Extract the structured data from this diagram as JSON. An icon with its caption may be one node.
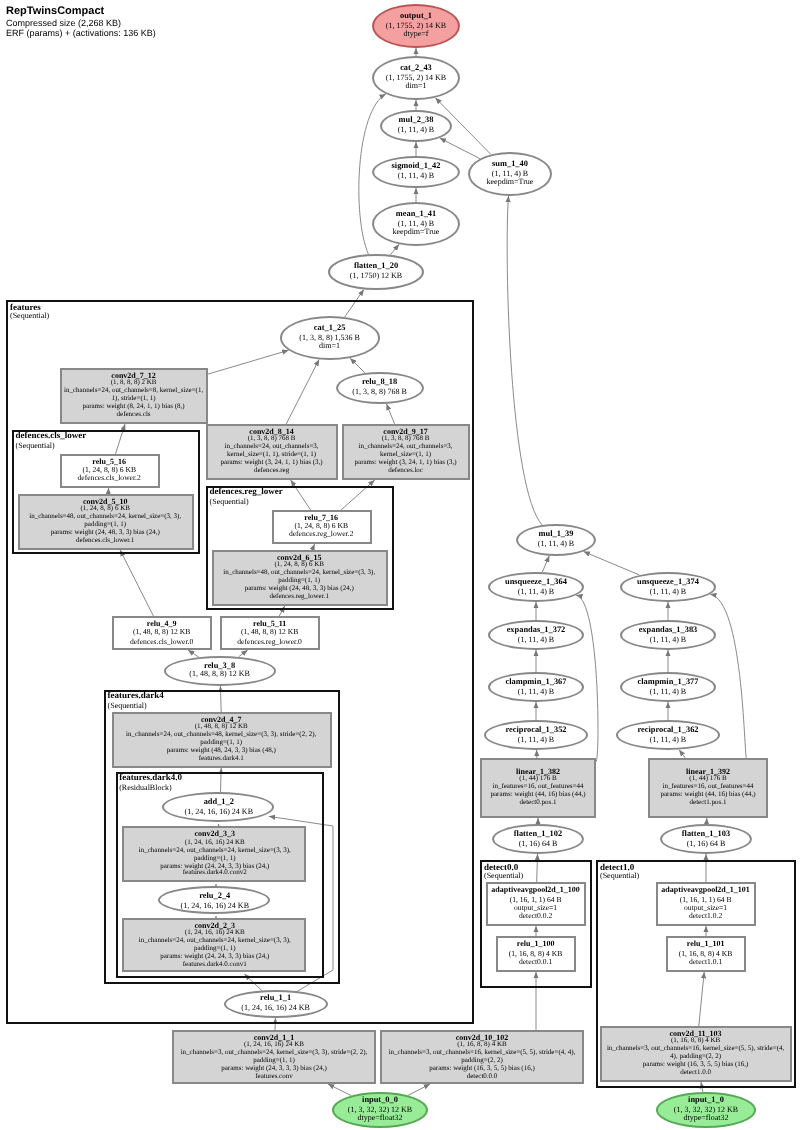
{
  "diagram": {
    "title": "RepTwinsCompact",
    "nodes": [
      {
        "text": [
          "output_1",
          "(1, 1755, 2) 14 KB",
          "dtype=f"
        ]
      },
      {
        "text": [
          "cat_2_43",
          "(1, 1755, 2) 14 KB",
          "dim=1"
        ]
      },
      {
        "text": [
          "mul_2_38",
          "(1, 11, 4) B"
        ]
      },
      {
        "text": [
          "sigmoid_1_42",
          "(1, 11, 4) B"
        ]
      },
      {
        "text": [
          "sum_1_40",
          "(1, 11, 4) B",
          "keepdim=True"
        ]
      },
      {
        "text": [
          "mean_1_41",
          "(1, 11, 4) B",
          "keepdim=True"
        ]
      },
      {
        "text": [
          "flatten_1_20",
          "(1, 1750) 12 KB"
        ]
      },
      {
        "text": [
          "features",
          "(Sequential)"
        ]
      },
      {
        "text": [
          "cat_1_25",
          "(1, 3, 8, 8) 1,536 B",
          "dim=1"
        ],
        "in": 7
      },
      {
        "text": [
          "conv2d_7_12",
          "(1, 8, 8, 8) 2 KB",
          "in_channels=24, out_channels=8, kernel_size=(1, 1), stride=(1, 1)",
          "params: weight (8, 24, 1, 1) bias (8,)",
          "defences.cls"
        ],
        "in": 7
      },
      {
        "text": [
          "relu_8_18",
          "(1, 3, 8, 8) 768 B"
        ],
        "in": 7
      },
      {
        "text": [
          "defences.cls_lower",
          "(Sequential)"
        ],
        "in": 7
      },
      {
        "text": [
          "relu_5_16",
          "(1, 24, 8, 8) 6 KB",
          "defences.cls_lower.2"
        ],
        "in": 11
      },
      {
        "text": [
          "conv2d_5_10",
          "(1, 24, 8, 8) 6 KB",
          "in_channels=48, out_channels=24, kernel_size=(3, 3), padding=(1, 1)",
          "params: weight (24, 48, 3, 3) bias (24,)",
          "defences.cls_lower.1"
        ],
        "in": 11
      },
      {
        "text": [
          "conv2d_8_14",
          "(1, 3, 8, 8) 768 B",
          "in_channels=24, out_channels=3, kernel_size=(1, 1), stride=(1, 1)",
          "params: weight (3, 24, 1, 1) bias (3,)",
          "defences.reg"
        ],
        "in": 7
      },
      {
        "text": [
          "conv2d_9_17",
          "(1, 3, 8, 8) 768 B",
          "in_channels=24, out_channels=3, kernel_size=(1, 1)",
          "params: weight (3, 24, 1, 1) bias (3,)",
          "defences.loc"
        ],
        "in": 7
      },
      {
        "text": [
          "defences.reg_lower",
          "(Sequential)"
        ],
        "in": 7
      },
      {
        "text": [
          "relu_7_16",
          "(1, 24, 8, 8) 6 KB",
          "defences.reg_lower.2"
        ],
        "in": 16
      },
      {
        "text": [
          "conv2d_6_15",
          "(1, 24, 8, 8) 6 KB",
          "in_channels=48, out_channels=24, kernel_size=(3, 3), padding=(1, 1)",
          "params: weight (24, 48, 3, 3) bias (24,)",
          "defences.reg_lower.1"
        ],
        "in": 16
      },
      {
        "text": [
          "relu_4_9",
          "(1, 48, 8, 8) 12 KB",
          "defences.cls_lower.0"
        ],
        "in": 7
      },
      {
        "text": [
          "relu_5_11",
          "(1, 48, 8, 8) 12 KB",
          "defences.reg_lower.0"
        ],
        "in": 7
      },
      {
        "text": [
          "relu_3_8",
          "(1, 48, 8, 8) 12 KB"
        ],
        "in": 7
      },
      {
        "text": [
          "features.dark4",
          "(Sequential)"
        ],
        "in": 7
      },
      {
        "text": [
          "conv2d_4_7",
          "(1, 48, 8, 8) 12 KB",
          "in_channels=24, out_channels=48, kernel_size=(3, 3), stride=(2, 2), padding=(1, 1)",
          "params: weight (48, 24, 3, 3) bias (48,)",
          "features.dark4.1"
        ],
        "in": 22
      },
      {
        "text": [
          "features.dark4.0",
          "(ResidualBlock)"
        ],
        "in": 22
      },
      {
        "text": [
          "add_1_2",
          "(1, 24, 16, 16) 24 KB"
        ],
        "in": 24
      },
      {
        "text": [
          "conv2d_3_3",
          "(1, 24, 16, 16) 24 KB",
          "in_channels=24, out_channels=24, kernel_size=(3, 3), padding=(1, 1)",
          "params: weight (24, 24, 3, 3) bias (24,)",
          "features.dark4.0.conv2"
        ],
        "in": 24
      },
      {
        "text": [
          "relu_2_4",
          "(1, 24, 16, 16) 24 KB"
        ],
        "in": 24
      },
      {
        "text": [
          "conv2d_2_3",
          "(1, 24, 16, 16) 24 KB",
          "in_channels=24, out_channels=24, kernel_size=(3, 3), padding=(1, 1)",
          "params: weight (24, 24, 3, 3) bias (24,)",
          "features.dark4.0.conv1"
        ],
        "in": 24
      },
      {
        "text": [
          "relu_1_1",
          "(1, 24, 16, 16) 24 KB"
        ],
        "in": 7
      },
      {
        "text": [
          "mul_1_39",
          "(1, 11, 4) B"
        ]
      },
      {
        "text": [
          "unsqueeze_1_364",
          "(1, 11, 4) B"
        ]
      },
      {
        "text": [
          "unsqueeze_1_374",
          "(1, 11, 4) B"
        ]
      },
      {
        "text": [
          "expandas_1_372",
          "(1, 11, 4) B"
        ]
      },
      {
        "text": [
          "expandas_1_383",
          "(1, 11, 4) B"
        ]
      },
      {
        "text": [
          "clampmin_1_367",
          "(1, 11, 4) B"
        ]
      },
      {
        "text": [
          "clampmin_1_377",
          "(1, 11, 4) B"
        ]
      },
      {
        "text": [
          "reciprocal_1_352",
          "(1, 11, 4) B"
        ]
      },
      {
        "text": [
          "reciprocal_1_362",
          "(1, 11, 4) B"
        ]
      },
      {
        "text": [
          "linear_1_382",
          "(1, 44) 176 B",
          "in_features=16, out_features=44",
          "params: weight (44, 16) bias (44,)",
          "detect0.pos.1"
        ]
      },
      {
        "text": [
          "linear_1_392",
          "(1, 44) 176 B",
          "in_features=16, out_features=44",
          "params: weight (44, 16) bias (44,)",
          "detect1.pos.1"
        ]
      },
      {
        "text": [
          "flatten_1_102",
          "(1, 16) 64 B"
        ]
      },
      {
        "text": [
          "flatten_1_103",
          "(1, 16) 64 B"
        ]
      },
      {
        "text": [
          "detect0.0",
          "(Sequential)"
        ]
      },
      {
        "text": [
          "adaptiveavgpool2d_1_100",
          "(1, 16, 1, 1) 64 B",
          "output_size=1",
          "detect0.0.2"
        ],
        "in": 43
      },
      {
        "text": [
          "relu_1_100",
          "(1, 16, 8, 8) 4 KB",
          "detect0.0.1"
        ],
        "in": 43
      },
      {
        "text": [
          "detect1.0",
          "(Sequential)"
        ]
      },
      {
        "text": [
          "adaptiveavgpool2d_1_101",
          "(1, 16, 1, 1) 64 B",
          "output_size=1",
          "detect1.0.2"
        ],
        "in": 46
      },
      {
        "text": [
          "relu_1_101",
          "(1, 16, 8, 8) 4 KB",
          "detect1.0.1"
        ],
        "in": 46
      },
      {
        "text": [
          "conv2d_11_103",
          "(1, 16, 8, 8) 4 KB",
          "in_channels=3, out_channels=16, kernel_size=(5, 5), stride=(4, 4), padding=(2, 2)",
          "params: weight (16, 3, 5, 5) bias (16,)",
          "detect1.0.0"
        ],
        "in": 46
      },
      {
        "text": [
          "conv2d_1_1",
          "(1, 24, 16, 16) 24 KB",
          "in_channels=3, out_channels=24, kernel_size=(3, 3), stride=(2, 2), padding=(1, 1)",
          "params: weight (24, 3, 3, 3) bias (24,)",
          "features.conv"
        ]
      },
      {
        "text": [
          "conv2d_10_102",
          "(1, 16, 8, 8) 4 KB",
          "in_channels=3, out_channels=16, kernel_size=(5, 5), stride=(4, 4), padding=(2, 2)",
          "params: weight (16, 3, 5, 5) bias (16,)",
          "detect0.0.0"
        ]
      },
      {
        "text": [
          "input_0_0",
          "(1, 3, 32, 32) 12 KB",
          "dtype=float32"
        ]
      },
      {
        "text": [
          "input_1_0",
          "(1, 3, 32, 32) 12 KB",
          "dtype=float32"
        ]
      }
    ],
    "edges": [
      {
        "from": 1,
        "to": 0,
        "arrow": "to"
      },
      {
        "from": 2,
        "to": 1,
        "arrow": "to"
      },
      {
        "from": 6,
        "to": 1,
        "arrow": "to"
      },
      {
        "from": 4,
        "to": 1,
        "arrow": "to"
      },
      {
        "from": 3,
        "to": 2,
        "arrow": "to"
      },
      {
        "from": 4,
        "to": 2,
        "arrow": "to"
      },
      {
        "from": 5,
        "to": 3,
        "arrow": "to"
      },
      {
        "from": 30,
        "to": 4,
        "arrow": "to"
      },
      {
        "from": 6,
        "to": 5,
        "arrow": "to"
      },
      {
        "from": 8,
        "to": 6,
        "arrow": "to"
      },
      {
        "from": 9,
        "to": 8,
        "arrow": "to"
      },
      {
        "from": 14,
        "to": 8,
        "arrow": "to"
      },
      {
        "from": 10,
        "to": 8,
        "arrow": "to"
      },
      {
        "from": 15,
        "to": 10,
        "arrow": "to"
      },
      {
        "from": 12,
        "to": 9,
        "arrow": "to"
      },
      {
        "from": 13,
        "to": 12,
        "arrow": "to"
      },
      {
        "from": 17,
        "to": 14,
        "arrow": "to"
      },
      {
        "from": 17,
        "to": 15,
        "arrow": "to"
      },
      {
        "from": 18,
        "to": 17,
        "arrow": "to"
      },
      {
        "from": 19,
        "to": 13,
        "arrow": "to"
      },
      {
        "from": 20,
        "to": 18,
        "arrow": "to"
      },
      {
        "from": 21,
        "to": 19,
        "arrow": "to"
      },
      {
        "from": 21,
        "to": 20,
        "arrow": "to"
      },
      {
        "from": 23,
        "to": 21,
        "arrow": "to"
      },
      {
        "from": 25,
        "to": 23,
        "arrow": "to"
      },
      {
        "from": 26,
        "to": 25,
        "arrow": "to"
      },
      {
        "from": 27,
        "to": 26,
        "arrow": "to"
      },
      {
        "from": 28,
        "to": 27,
        "arrow": "to"
      },
      {
        "from": 29,
        "to": 28,
        "arrow": "to"
      },
      {
        "from": 29,
        "to": 25,
        "arrow": "to"
      },
      {
        "from": 50,
        "to": 29,
        "arrow": "to"
      },
      {
        "from": 52,
        "to": 50,
        "arrow": "to"
      },
      {
        "from": 52,
        "to": 51,
        "arrow": "to"
      },
      {
        "from": 51,
        "to": 45,
        "arrow": "to"
      },
      {
        "from": 45,
        "to": 44,
        "arrow": "to"
      },
      {
        "from": 44,
        "to": 41,
        "arrow": "to"
      },
      {
        "from": 41,
        "to": 39,
        "arrow": "to"
      },
      {
        "from": 39,
        "to": 37,
        "arrow": "to"
      },
      {
        "from": 37,
        "to": 35,
        "arrow": "to"
      },
      {
        "from": 35,
        "to": 33,
        "arrow": "to"
      },
      {
        "from": 33,
        "to": 31,
        "arrow": "to"
      },
      {
        "from": 39,
        "to": 31,
        "arrow": "to"
      },
      {
        "from": 31,
        "to": 30,
        "arrow": "to"
      },
      {
        "from": 32,
        "to": 30,
        "arrow": "to"
      },
      {
        "from": 53,
        "to": 49,
        "arrow": "to"
      },
      {
        "from": 49,
        "to": 48,
        "arrow": "to"
      },
      {
        "from": 48,
        "to": 47,
        "arrow": "to"
      },
      {
        "from": 47,
        "to": 42,
        "arrow": "to"
      },
      {
        "from": 42,
        "to": 40,
        "arrow": "to"
      },
      {
        "from": 40,
        "to": 38,
        "arrow": "to"
      },
      {
        "from": 38,
        "to": 36,
        "arrow": "to"
      },
      {
        "from": 36,
        "to": 34,
        "arrow": "to"
      },
      {
        "from": 34,
        "to": 32,
        "arrow": "to"
      },
      {
        "from": 40,
        "to": 32,
        "arrow": "to"
      }
    ],
    "labels": [
      "Compressed size (2,268 KB)",
      "ERF (params) + (activations: 136 KB)"
    ]
  }
}
